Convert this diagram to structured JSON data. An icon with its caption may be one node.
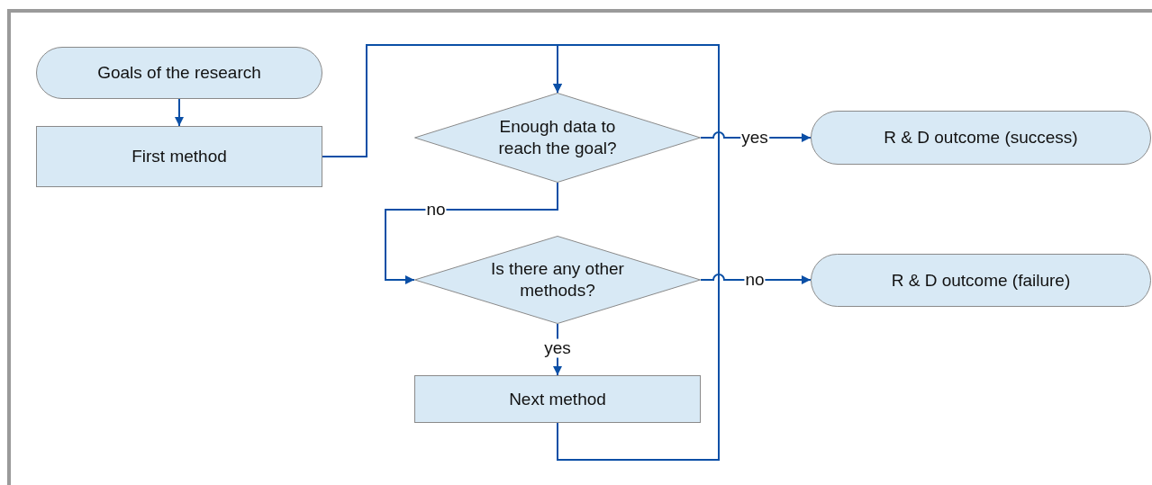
{
  "diagram": {
    "nodes": [
      {
        "text": [
          "Goals of the research"
        ]
      },
      {
        "text": [
          "First method"
        ]
      },
      {
        "text": [
          "Enough data to reach the goal?"
        ]
      },
      {
        "text": [
          "Is there any other methods?"
        ]
      },
      {
        "text": [
          "Next method"
        ]
      },
      {
        "text": [
          "R & D outcome (success)"
        ]
      },
      {
        "text": [
          "R & D outcome (failure)"
        ]
      }
    ],
    "edges": [
      {
        "from": 0,
        "to": 1,
        "arrow": "to"
      },
      {
        "from": 1,
        "to": 2,
        "arrow": "to"
      },
      {
        "from": 2,
        "to": 5,
        "arrow": "to",
        "label": "yes"
      },
      {
        "from": 2,
        "to": 3,
        "arrow": "to",
        "label": "no"
      },
      {
        "from": 3,
        "to": 6,
        "arrow": "to",
        "label": "no"
      },
      {
        "from": 3,
        "to": 4,
        "arrow": "to",
        "label": "yes"
      },
      {
        "from": 4,
        "to": 2,
        "arrow": "to"
      }
    ]
  }
}
